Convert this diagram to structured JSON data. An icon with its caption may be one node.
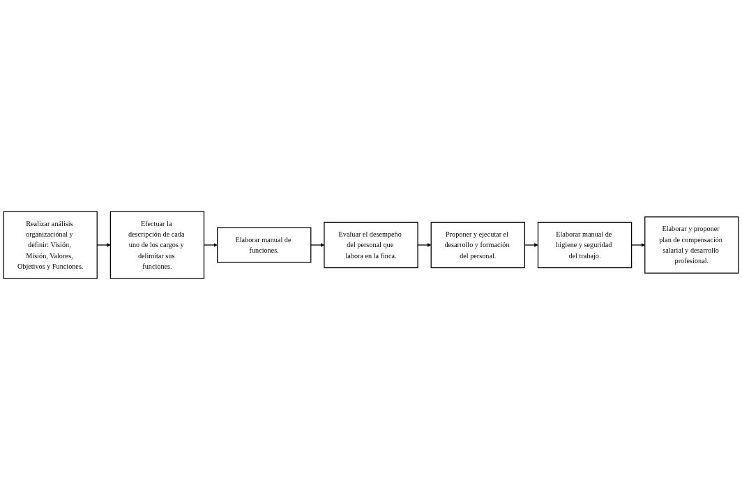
{
  "diagram": {
    "nodes": [
      {
        "text": [
          "Realizar análisis organizaciónal y definir: Visión, Misión, Valores, Objetivos y Funciones."
        ]
      },
      {
        "text": [
          "Efectuar la descripción de cada uno de los cargos y delimitar sus funciones."
        ]
      },
      {
        "text": [
          "Elaborar manual de funciones."
        ]
      },
      {
        "text": [
          "Evaluar el desempeño del personal que labora en la finca."
        ]
      },
      {
        "text": [
          "Proponer y ejecutar el desarrollo y formación del personal."
        ]
      },
      {
        "text": [
          "Elaborar manual de higiene y seguridad del trabajo."
        ]
      },
      {
        "text": [
          "Elaborar y proponer plan de compensación salarial y desarrollo profesional."
        ]
      }
    ],
    "edges": [
      {
        "from": 0,
        "to": 1,
        "arrow": "to"
      },
      {
        "from": 1,
        "to": 2,
        "arrow": "to"
      },
      {
        "from": 2,
        "to": 3,
        "arrow": "to"
      },
      {
        "from": 3,
        "to": 4,
        "arrow": "to"
      },
      {
        "from": 4,
        "to": 5,
        "arrow": "to"
      },
      {
        "from": 5,
        "to": 6,
        "arrow": "to"
      }
    ]
  }
}
